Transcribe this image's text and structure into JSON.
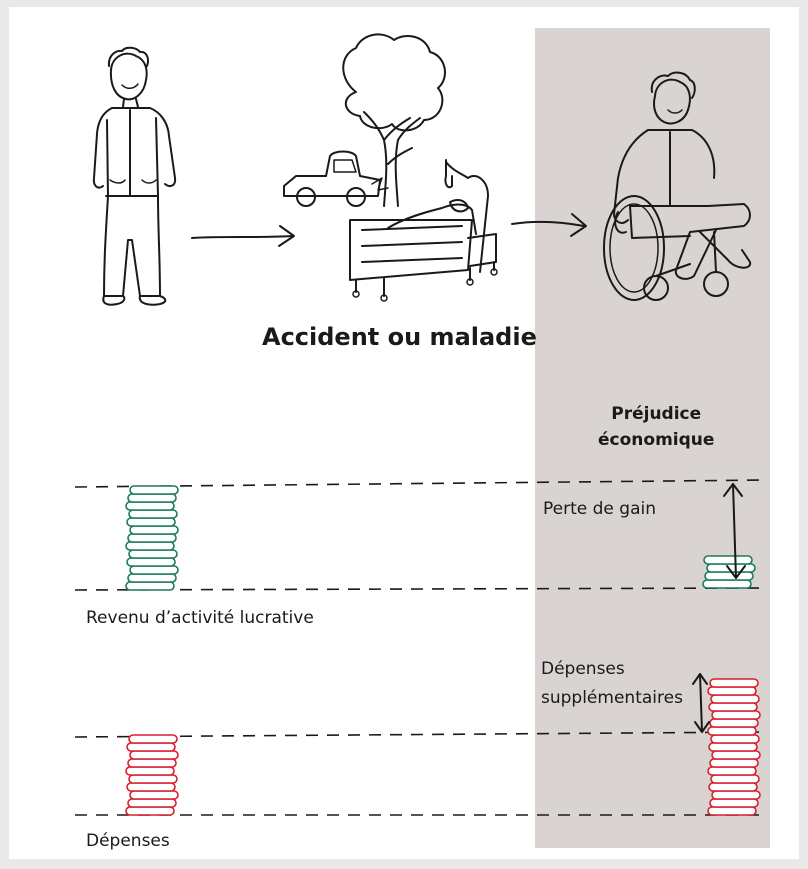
{
  "labels": {
    "event": "Accident ou maladie",
    "prejudice_line1": "Préjudice",
    "prejudice_line2": "économique",
    "loss_of_earnings": "Perte de gain",
    "income": "Revenu d’activité lucrative",
    "extra_expenses_line1": "Dépenses",
    "extra_expenses_line2": "supplémentaires",
    "expenses": "Dépenses"
  },
  "colors": {
    "background": "#e9e9e9",
    "panel": "#ffffff",
    "highlight_column": "#d9d4d2",
    "income_coins": "#1a7a5e",
    "expense_coins": "#d81e2e"
  },
  "illustrations": {
    "before": "standing-person-icon",
    "event": "tree-truck-hospital-bed-icon",
    "after": "wheelchair-person-icon"
  },
  "stacks": {
    "income_before_coins": 13,
    "income_after_coins": 4,
    "expenses_before_coins": 10,
    "expenses_after_coins": 17
  }
}
